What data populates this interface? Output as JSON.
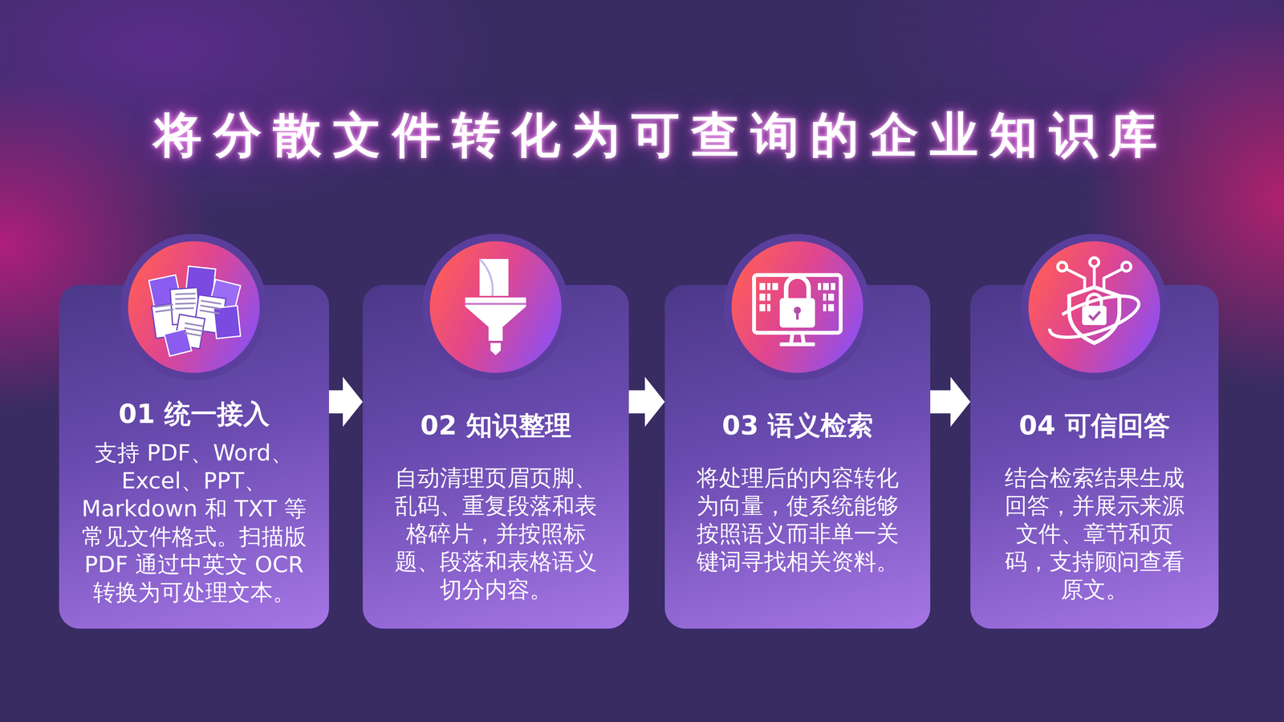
{
  "diagram": {
    "title": "将分散文件转化为可查询的企业知识库",
    "nodes": [
      {
        "text": [
          "01 统一接入",
          "支持 PDF、Word、 Excel、PPT、 Markdown 和 TXT 等 常见文件格式。扫描版 PDF 通过中英文 OCR 转换为可处理文本。"
        ]
      },
      {
        "text": [
          "02 知识整理",
          "自动清理页眉页脚、 乱码、重复段落和表 格碎片，并按照标 题、段落和表格语义 切分内容。"
        ]
      },
      {
        "text": [
          "03 语义检索",
          "将处理后的内容转化 为向量，使系统能够 按照语义而非单一关 键词寻找相关资料。"
        ]
      },
      {
        "text": [
          "04 可信回答",
          "结合检索结果生成 回答，并展示来源 文件、章节和页 码，支持顾问查看 原文。"
        ]
      }
    ],
    "edges": [
      {
        "from": 0,
        "to": 1,
        "arrow": "to"
      },
      {
        "from": 1,
        "to": 2,
        "arrow": "to"
      },
      {
        "from": 2,
        "to": 3,
        "arrow": "to"
      }
    ]
  }
}
